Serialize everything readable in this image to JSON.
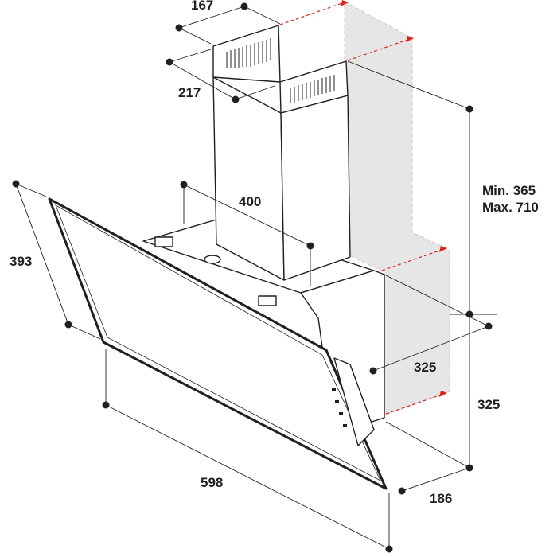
{
  "title": "Cooker hood dimensions diagram",
  "dimensions": {
    "chimney_width": "167",
    "chimney_depth": "217",
    "chimney_lower_width": "400",
    "glass_height": "393",
    "hood_width": "598",
    "body_depth": "325",
    "body_height": "325",
    "bottom_depth": "186",
    "chimney_height_min": "Min. 365",
    "chimney_height_max": "Max. 710"
  },
  "colors": {
    "wall": "#e6e6e7",
    "arrow": "#e2231a",
    "line": "#231f20"
  }
}
